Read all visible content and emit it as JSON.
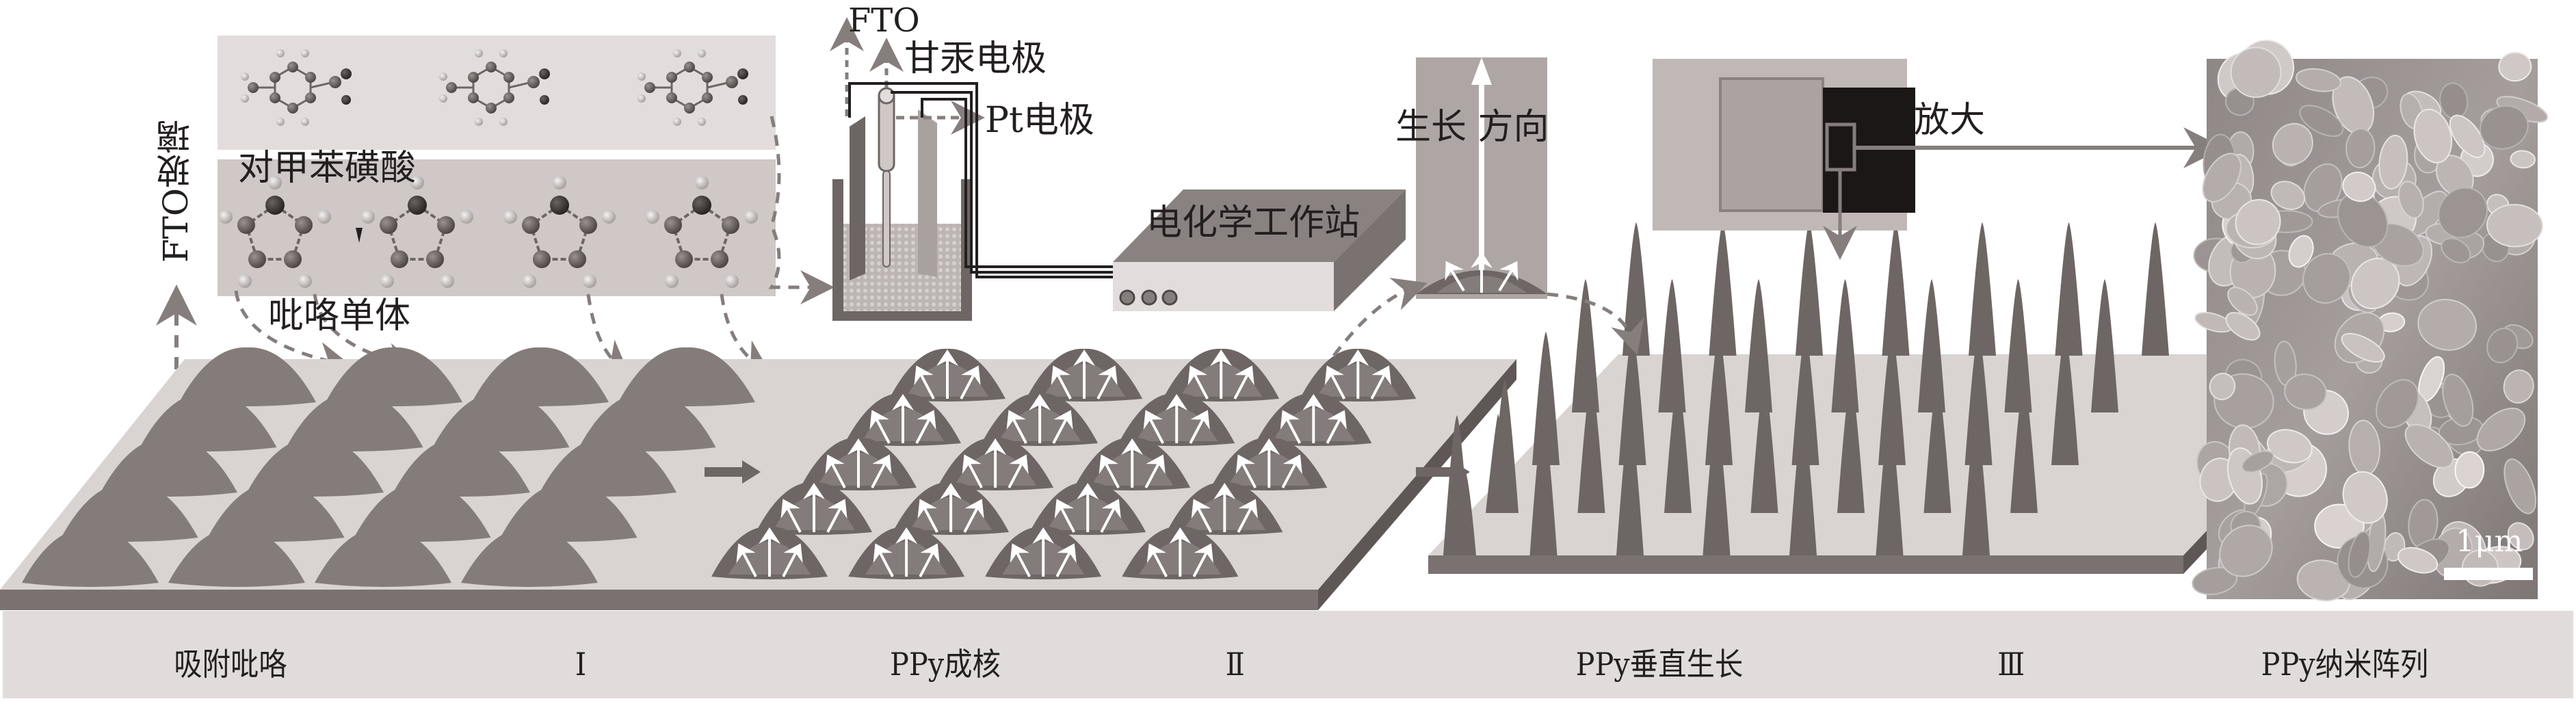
{
  "figure": {
    "type": "schematic",
    "subject": "PPy nanoarray electrochemical growth process"
  },
  "labels": {
    "fto_glass": "FTO玻璃",
    "tosylic_acid": "对甲苯磺酸",
    "pyrrole_monomer": "吡咯单体",
    "fto": "FTO",
    "calomel_electrode": "甘汞电极",
    "pt_electrode": "Pt电极",
    "electrochem_station": "电化学工作站",
    "growth_direction": "生长 方向",
    "magnify": "放大",
    "scale_bar": "1μm"
  },
  "stages": [
    {
      "label": "吸附吡咯",
      "roman": "Ⅰ"
    },
    {
      "label": "PPy成核",
      "roman": "Ⅱ"
    },
    {
      "label": "PPy垂直生长",
      "roman": "Ⅲ"
    },
    {
      "label": "PPy纳米阵列",
      "roman": ""
    }
  ],
  "colors": {
    "shape_dark": "#6e6664",
    "shape_mid": "#847c7a",
    "plate_top": "#d9d3d2",
    "plate_side": "#7a7270",
    "panel_light": "#e2dddc",
    "panel_dark": "#cfc8c7",
    "bar_bg": "#e1dcdb",
    "arrow": "#857e7c"
  }
}
